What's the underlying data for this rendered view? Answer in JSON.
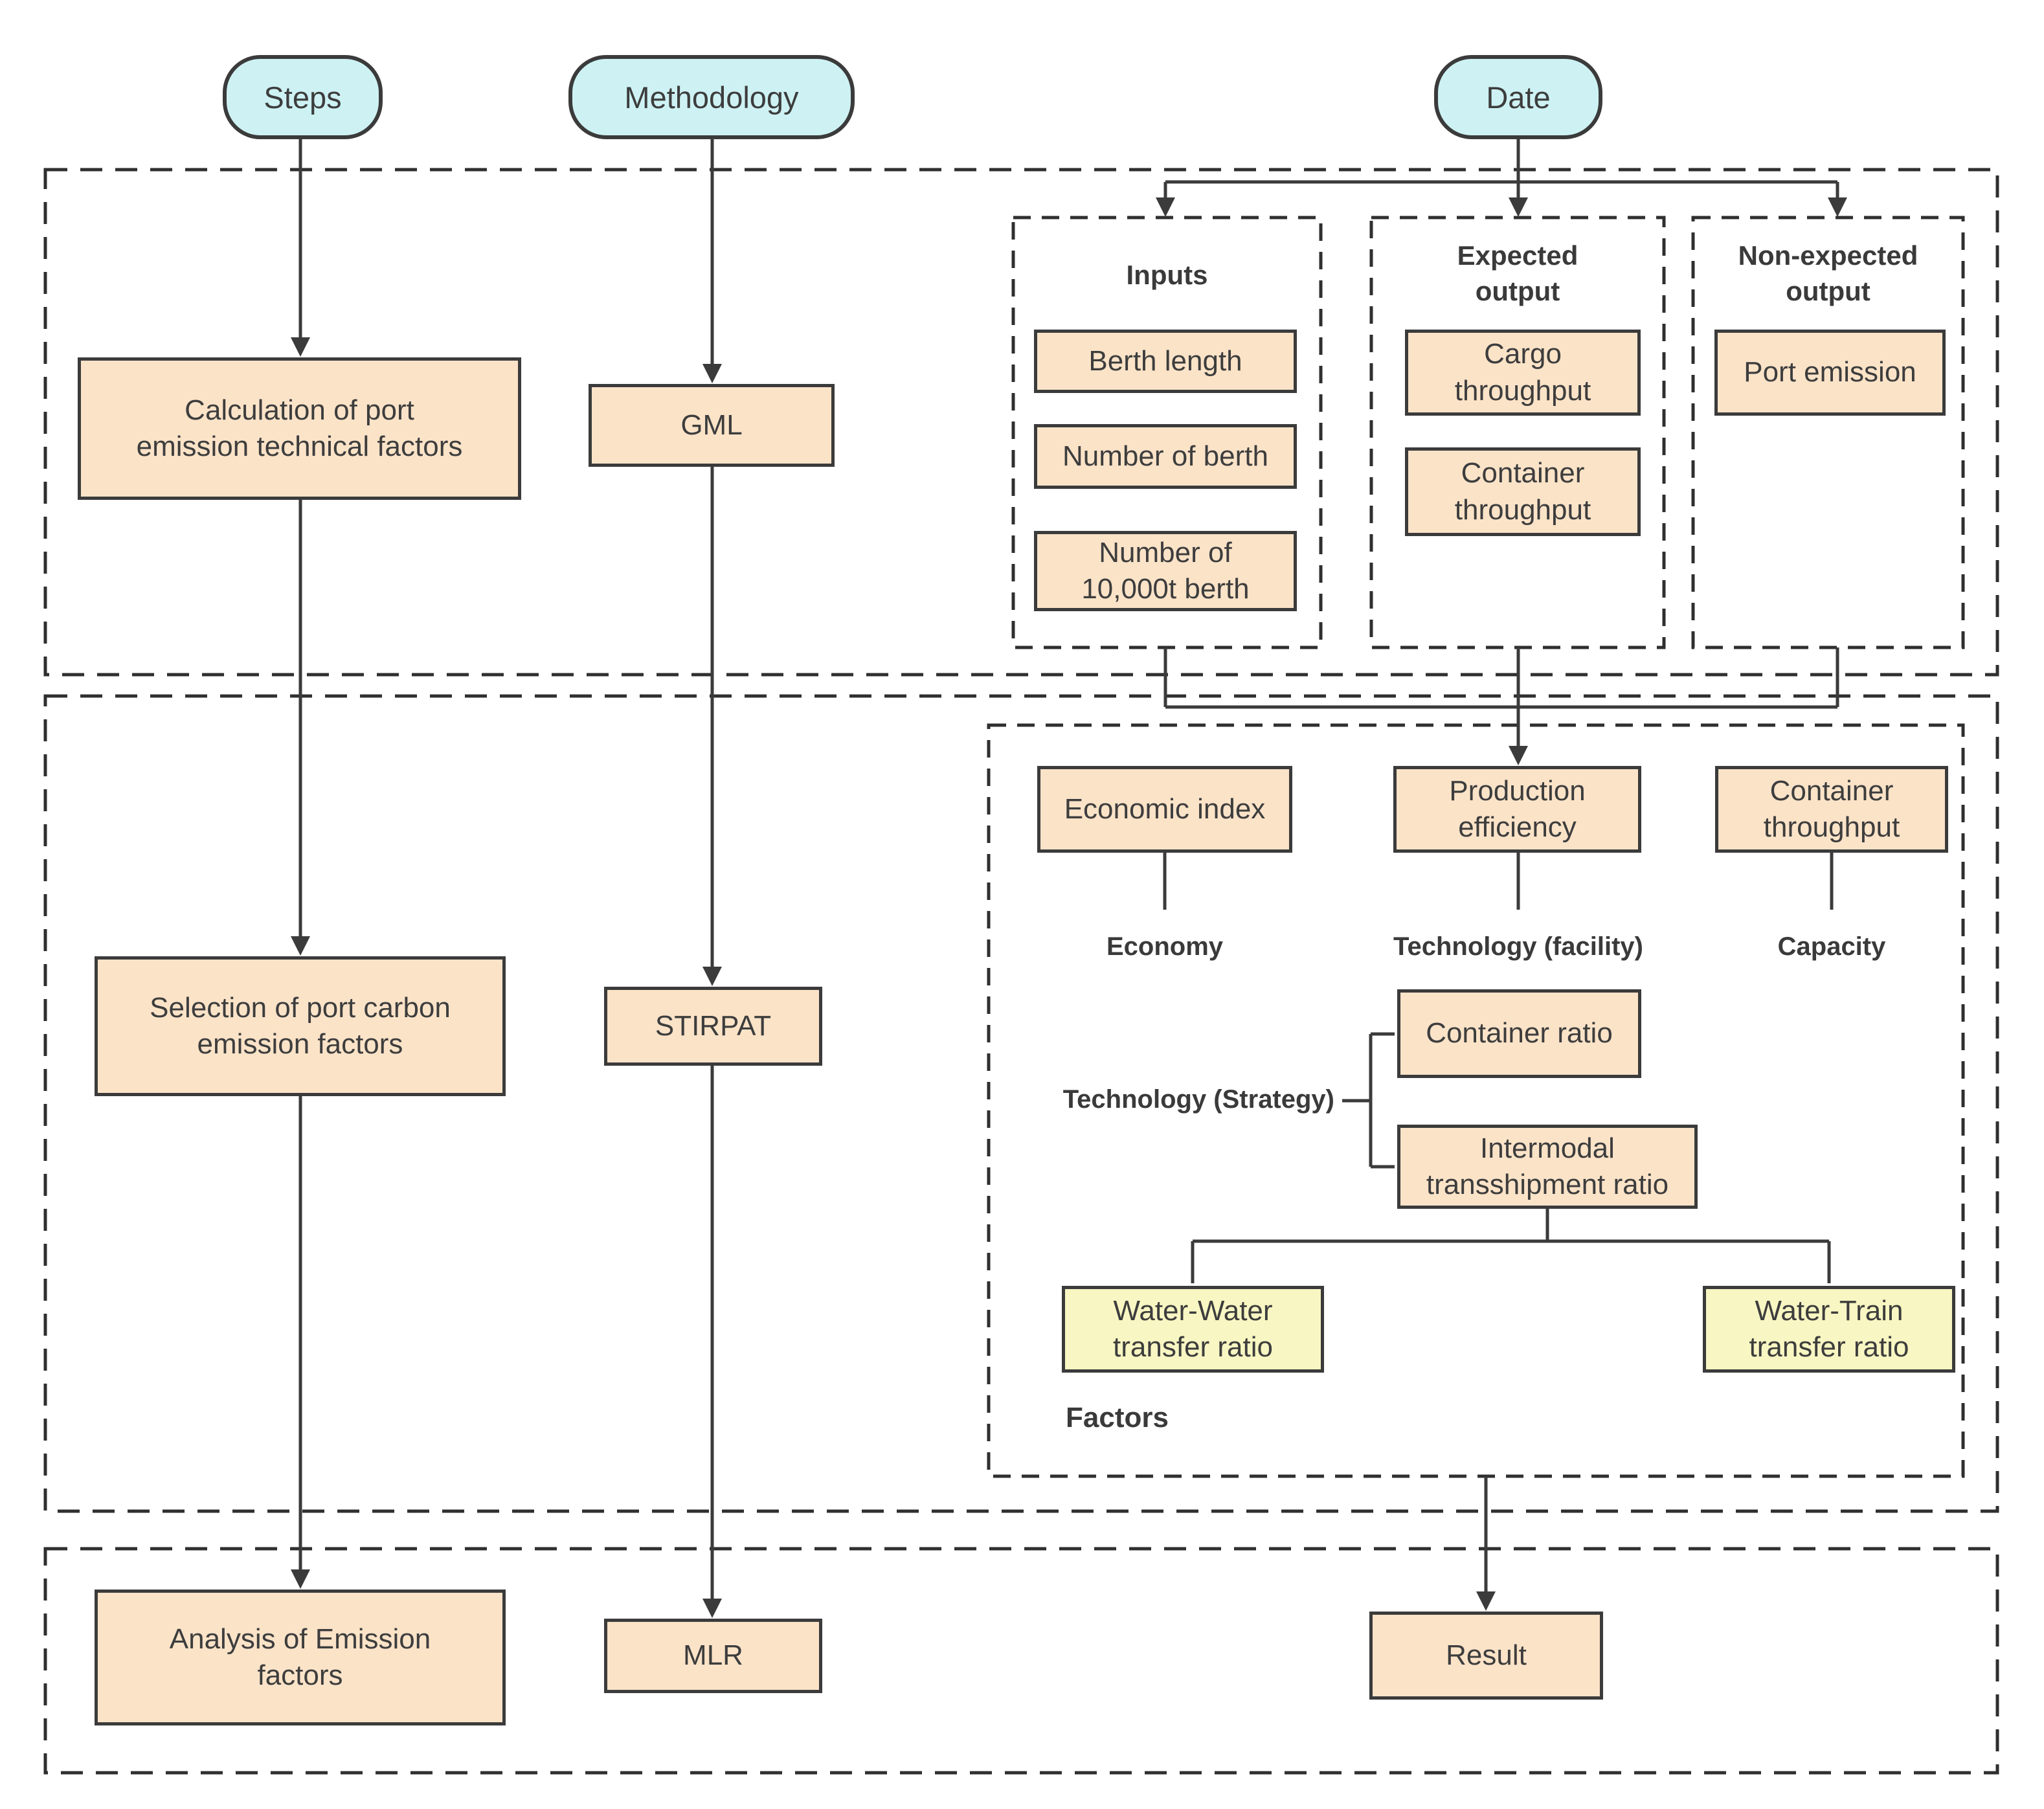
{
  "colors": {
    "pill_fill": "#cef2f4",
    "process_fill": "#fbe3c8",
    "highlight_fill": "#f8f6c2",
    "line": "#3b3b3b",
    "background": "#ffffff"
  },
  "pills": {
    "steps": "Steps",
    "methodology": "Methodology",
    "date": "Date"
  },
  "nodes": {
    "calculation": {
      "label": "Calculation of port emission technical factors",
      "lines": [
        "Calculation of port",
        "emission technical factors"
      ]
    },
    "gml": {
      "label": "GML",
      "lines": [
        "GML"
      ]
    },
    "selection": {
      "label": "Selection of port carbon emission factors",
      "lines": [
        "Selection of port carbon",
        "emission factors"
      ]
    },
    "stirpat": {
      "label": "STIRPAT",
      "lines": [
        "STIRPAT"
      ]
    },
    "analysis": {
      "label": "Analysis of Emission factors",
      "lines": [
        "Analysis of Emission",
        "factors"
      ]
    },
    "mlr": {
      "label": "MLR",
      "lines": [
        "MLR"
      ]
    },
    "berth_length": {
      "label": "Berth length",
      "lines": [
        "Berth length"
      ]
    },
    "number_of_berth": {
      "label": "Number of berth",
      "lines": [
        "Number of berth"
      ]
    },
    "number_10000t_berth": {
      "label": "Number of 10,000t berth",
      "lines": [
        "Number of",
        "10,000t berth"
      ]
    },
    "cargo_throughput": {
      "label": "Cargo throughput",
      "lines": [
        "Cargo",
        "throughput"
      ]
    },
    "container_throughput_data": {
      "label": "Container throughput",
      "lines": [
        "Container",
        "throughput"
      ]
    },
    "port_emission": {
      "label": "Port emission",
      "lines": [
        "Port emission"
      ]
    },
    "economic_index": {
      "label": "Economic index",
      "lines": [
        "Economic index"
      ]
    },
    "production_efficiency": {
      "label": "Production efficiency",
      "lines": [
        "Production",
        "efficiency"
      ]
    },
    "container_throughput_factor": {
      "label": "Container throughput",
      "lines": [
        "Container",
        "throughput"
      ]
    },
    "container_ratio": {
      "label": "Container ratio",
      "lines": [
        "Container ratio"
      ]
    },
    "intermodal": {
      "label": "Intermodal transshipment ratio",
      "lines": [
        "Intermodal",
        "transshipment ratio"
      ]
    },
    "water_water": {
      "label": "Water-Water transfer ratio",
      "lines": [
        "Water-Water",
        "transfer ratio"
      ]
    },
    "water_train": {
      "label": "Water-Train transfer ratio",
      "lines": [
        "Water-Train",
        "transfer ratio"
      ]
    },
    "result": {
      "label": "Result",
      "lines": [
        "Result"
      ]
    }
  },
  "groups": {
    "inputs": {
      "title": "Inputs",
      "title_lines": [
        "Inputs"
      ]
    },
    "expected": {
      "title": "Expected output",
      "title_lines": [
        "Expected",
        "output"
      ]
    },
    "non_expected": {
      "title": "Non-expected output",
      "title_lines": [
        "Non-expected",
        "output"
      ]
    },
    "factors": {
      "label": "Factors"
    }
  },
  "categories": {
    "economy": "Economy",
    "technology_facility": "Technology (facility)",
    "capacity": "Capacity",
    "technology_strategy": "Technology (Strategy)"
  }
}
